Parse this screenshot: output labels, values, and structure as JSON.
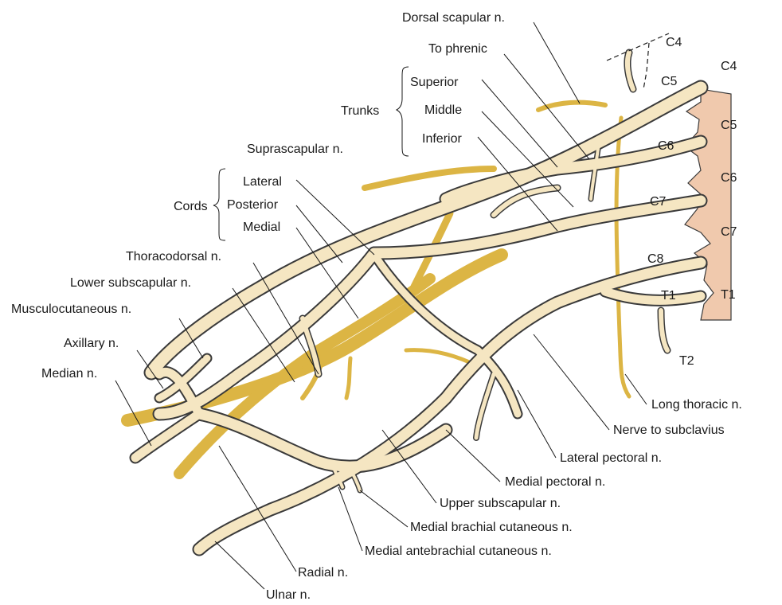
{
  "colors": {
    "nerve_fill": "#f5e6c2",
    "nerve_outline": "#3a3a3a",
    "vessel": "#dcb544",
    "vertebra": "#f0c9ad",
    "background": "#ffffff"
  },
  "labels": {
    "dorsal_scapular": "Dorsal scapular n.",
    "to_phrenic": "To phrenic",
    "trunks": "Trunks",
    "superior": "Superior",
    "middle": "Middle",
    "inferior": "Inferior",
    "suprascapular": "Suprascapular n.",
    "cords": "Cords",
    "lateral": "Lateral",
    "posterior": "Posterior",
    "medial": "Medial",
    "thoracodorsal": "Thoracodorsal n.",
    "lower_subscapular": "Lower subscapular n.",
    "musculocutaneous": "Musculocutaneous n.",
    "axillary": "Axillary n.",
    "median": "Median n.",
    "long_thoracic": "Long thoracic n.",
    "nerve_to_subclavius": "Nerve to subclavius",
    "lateral_pectoral": "Lateral pectoral n.",
    "medial_pectoral": "Medial pectoral n.",
    "upper_subscapular": "Upper subscapular n.",
    "medial_brachial_cutaneous": "Medial brachial cutaneous n.",
    "medial_antebrachial_cutaneous": "Medial antebrachial cutaneous n.",
    "radial": "Radial n.",
    "ulnar": "Ulnar n."
  },
  "roots": {
    "c4_top": "C4",
    "c5": "C5",
    "c6": "C6",
    "c7": "C7",
    "c8": "C8",
    "t1": "T1",
    "t2": "T2"
  },
  "vertebrae": {
    "c4": "C4",
    "c5": "C5",
    "c6": "C6",
    "c7": "C7",
    "t1": "T1"
  }
}
